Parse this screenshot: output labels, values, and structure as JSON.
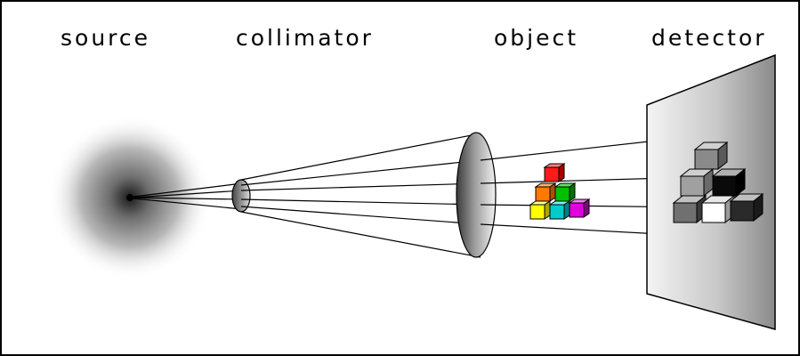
{
  "labels": {
    "source": "source",
    "collimator": "collimator",
    "object": "object",
    "detector": "detector"
  },
  "colors": {
    "cube_red": "#ff1a1a",
    "cube_orange": "#ff7a00",
    "cube_green": "#00c000",
    "cube_yellow": "#ffff00",
    "cube_cyan": "#00cccc",
    "cube_magenta": "#e000e0"
  }
}
